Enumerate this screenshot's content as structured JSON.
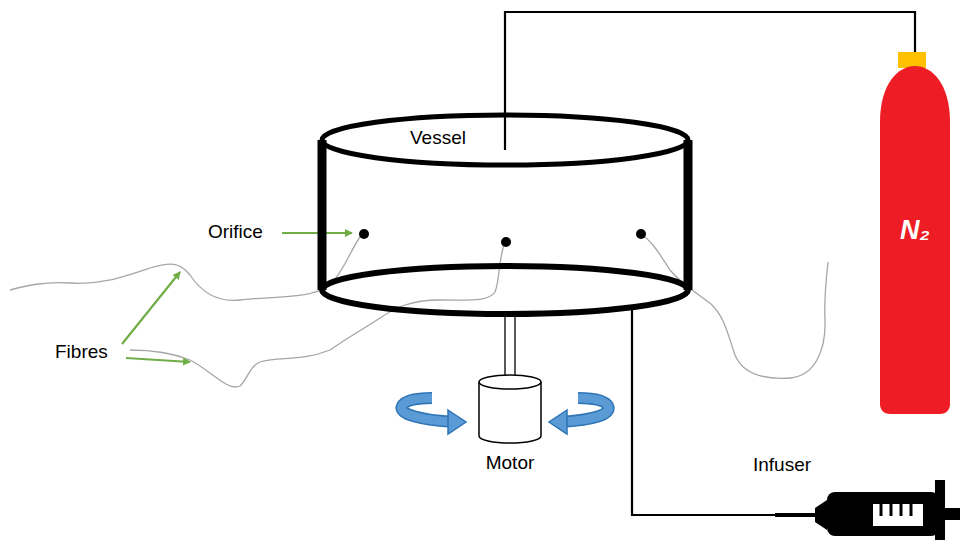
{
  "diagram": {
    "nodes": [
      {
        "text": [
          "Vessel"
        ]
      },
      {
        "text": [
          "Motor"
        ]
      },
      {
        "text": [
          "N₂"
        ]
      },
      {
        "text": [
          "Infuser"
        ]
      }
    ],
    "edges": [
      {
        "from": 2,
        "to": 0,
        "arrow": "none"
      },
      {
        "from": 3,
        "to": 0,
        "arrow": "none"
      },
      {
        "from": 1,
        "to": 0,
        "arrow": "none"
      }
    ],
    "labels": [
      "Orifice",
      "Fibres"
    ]
  }
}
